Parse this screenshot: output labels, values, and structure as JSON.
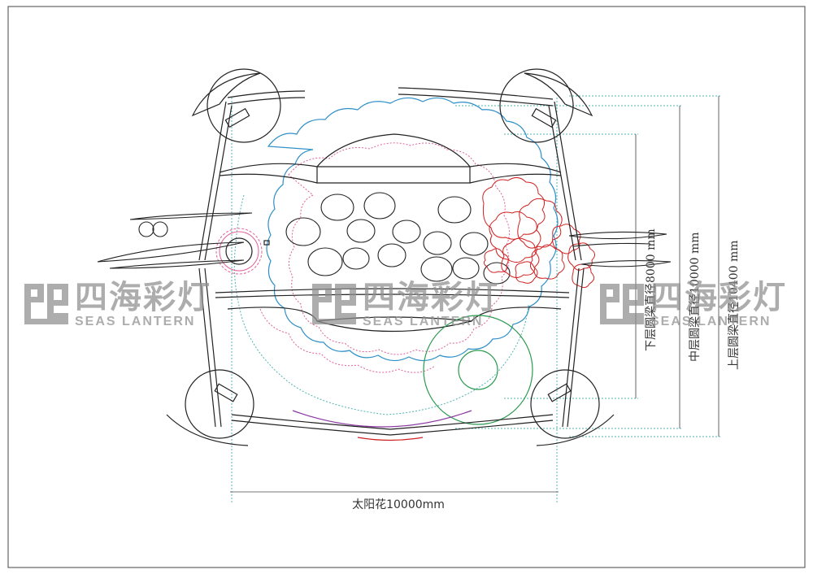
{
  "dimensions": {
    "sunflower_width": "太阳花10000mm",
    "lower_ring": "下层圆梁直径8000 mm",
    "middle_ring": "中层圆梁直径10000 mm",
    "upper_ring": "上层圆梁直径10400 mm"
  },
  "watermark": {
    "cn": "四海彩灯",
    "en": "SEAS LANTERN",
    "color": "#8e8e8e"
  },
  "colors": {
    "outline": "#222222",
    "teal_dotted": "#4fb5b0",
    "blue_scallop": "#2f8fc8",
    "pink_dotted": "#e0609a",
    "red_flower": "#d02020",
    "green_circle": "#2a9a50",
    "purple_ring": "#8a3aa0"
  }
}
